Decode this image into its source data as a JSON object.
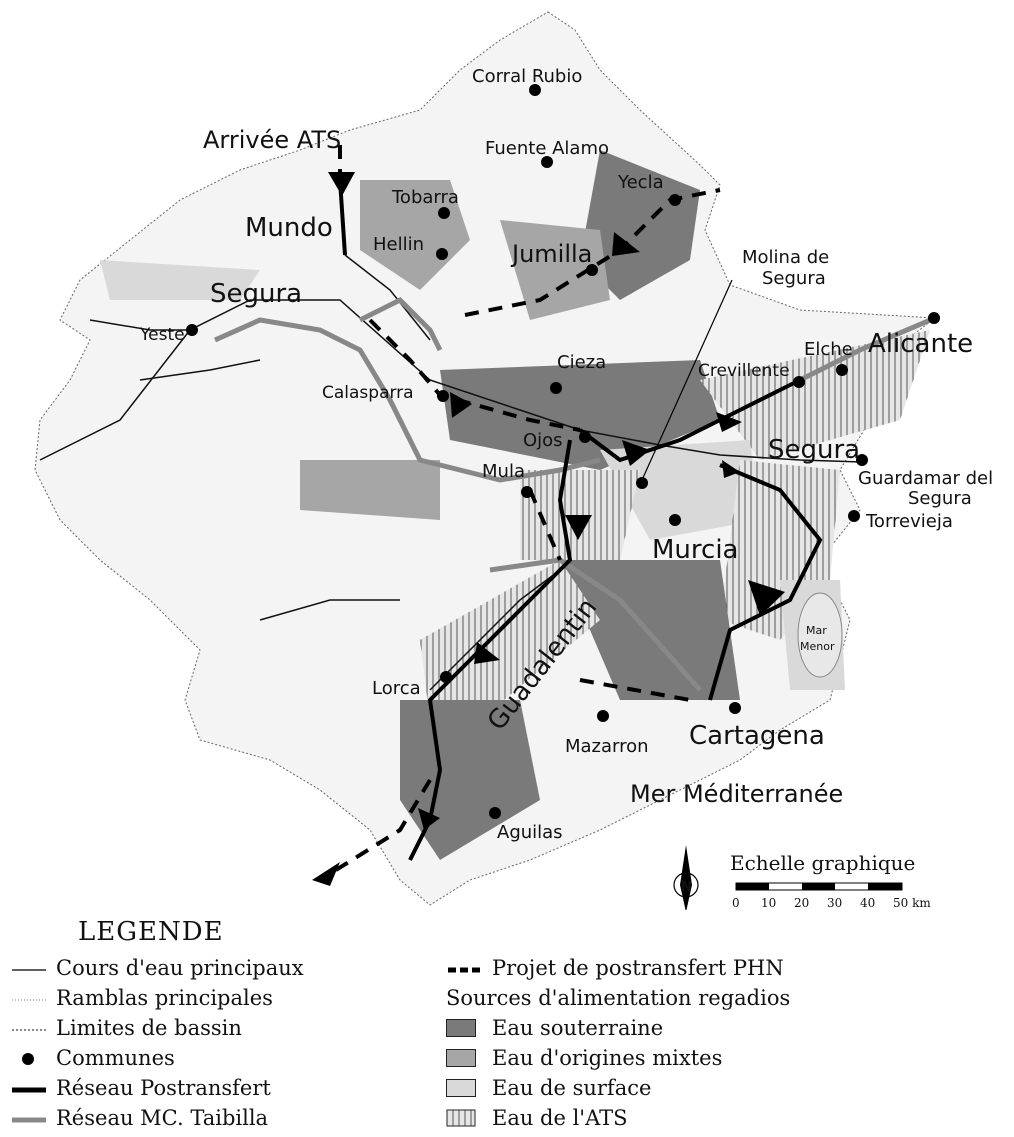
{
  "map": {
    "place_labels": {
      "arrivee": "Arrivée ATS",
      "mundo": "Mundo",
      "segura_river": "Segura",
      "yeste": "Yeste",
      "corral_rubio": "Corral Rubio",
      "fuente_alamo": "Fuente Alamo",
      "tobarra": "Tobarra",
      "hellin": "Hellin",
      "jumilla": "Jumilla",
      "yecla": "Yecla",
      "molina": "Molina de",
      "molina2": "Segura",
      "alicante": "Alicante",
      "elche": "Elche",
      "crevillente": "Crevillente",
      "cieza": "Cieza",
      "calasparra": "Calasparra",
      "ojos": "Ojos",
      "mula": "Mula",
      "segura_mouth": "Segura",
      "guardamar": "Guardamar del",
      "guardamar2": "Segura",
      "torrevieja": "Torrevieja",
      "murcia": "Murcia",
      "mar": "Mar",
      "menor": "Menor",
      "guadalentin": "Guadalentin",
      "lorca": "Lorca",
      "cartagena": "Cartagena",
      "mazarron": "Mazarron",
      "mer": "Mer Méditerranée",
      "aguilas": "Aguilas"
    },
    "scale": {
      "title": "Echelle graphique",
      "ticks": [
        "0",
        "10",
        "20",
        "30",
        "40",
        "50 km"
      ]
    },
    "north_label": "N",
    "colors": {
      "groundwater": "#7a7a7a",
      "mixed": "#a6a6a6",
      "surface": "#d9d9d9",
      "network": "#000000",
      "taibilla": "#888888"
    }
  },
  "legend": {
    "title": "LEGENDE",
    "left": [
      {
        "symbol": "thin-line",
        "label": "Cours d'eau principaux"
      },
      {
        "symbol": "dotted-line",
        "label": "Ramblas principales"
      },
      {
        "symbol": "boundary-line",
        "label": "Limites de bassin"
      },
      {
        "symbol": "dot",
        "label": "Communes"
      },
      {
        "symbol": "thick-line",
        "label": "Réseau Postransfert"
      },
      {
        "symbol": "grey-line",
        "label": "Réseau MC. Taibilla"
      }
    ],
    "right_top": {
      "symbol": "dashed-line",
      "label": "Projet de postransfert PHN"
    },
    "right_heading": "Sources d'alimentation regadios",
    "right": [
      {
        "symbol": "box-dark",
        "label": "Eau souterraine"
      },
      {
        "symbol": "box-mid",
        "label": "Eau d'origines mixtes"
      },
      {
        "symbol": "box-light",
        "label": "Eau de surface"
      },
      {
        "symbol": "box-hatch",
        "label": "Eau de l'ATS"
      }
    ]
  }
}
